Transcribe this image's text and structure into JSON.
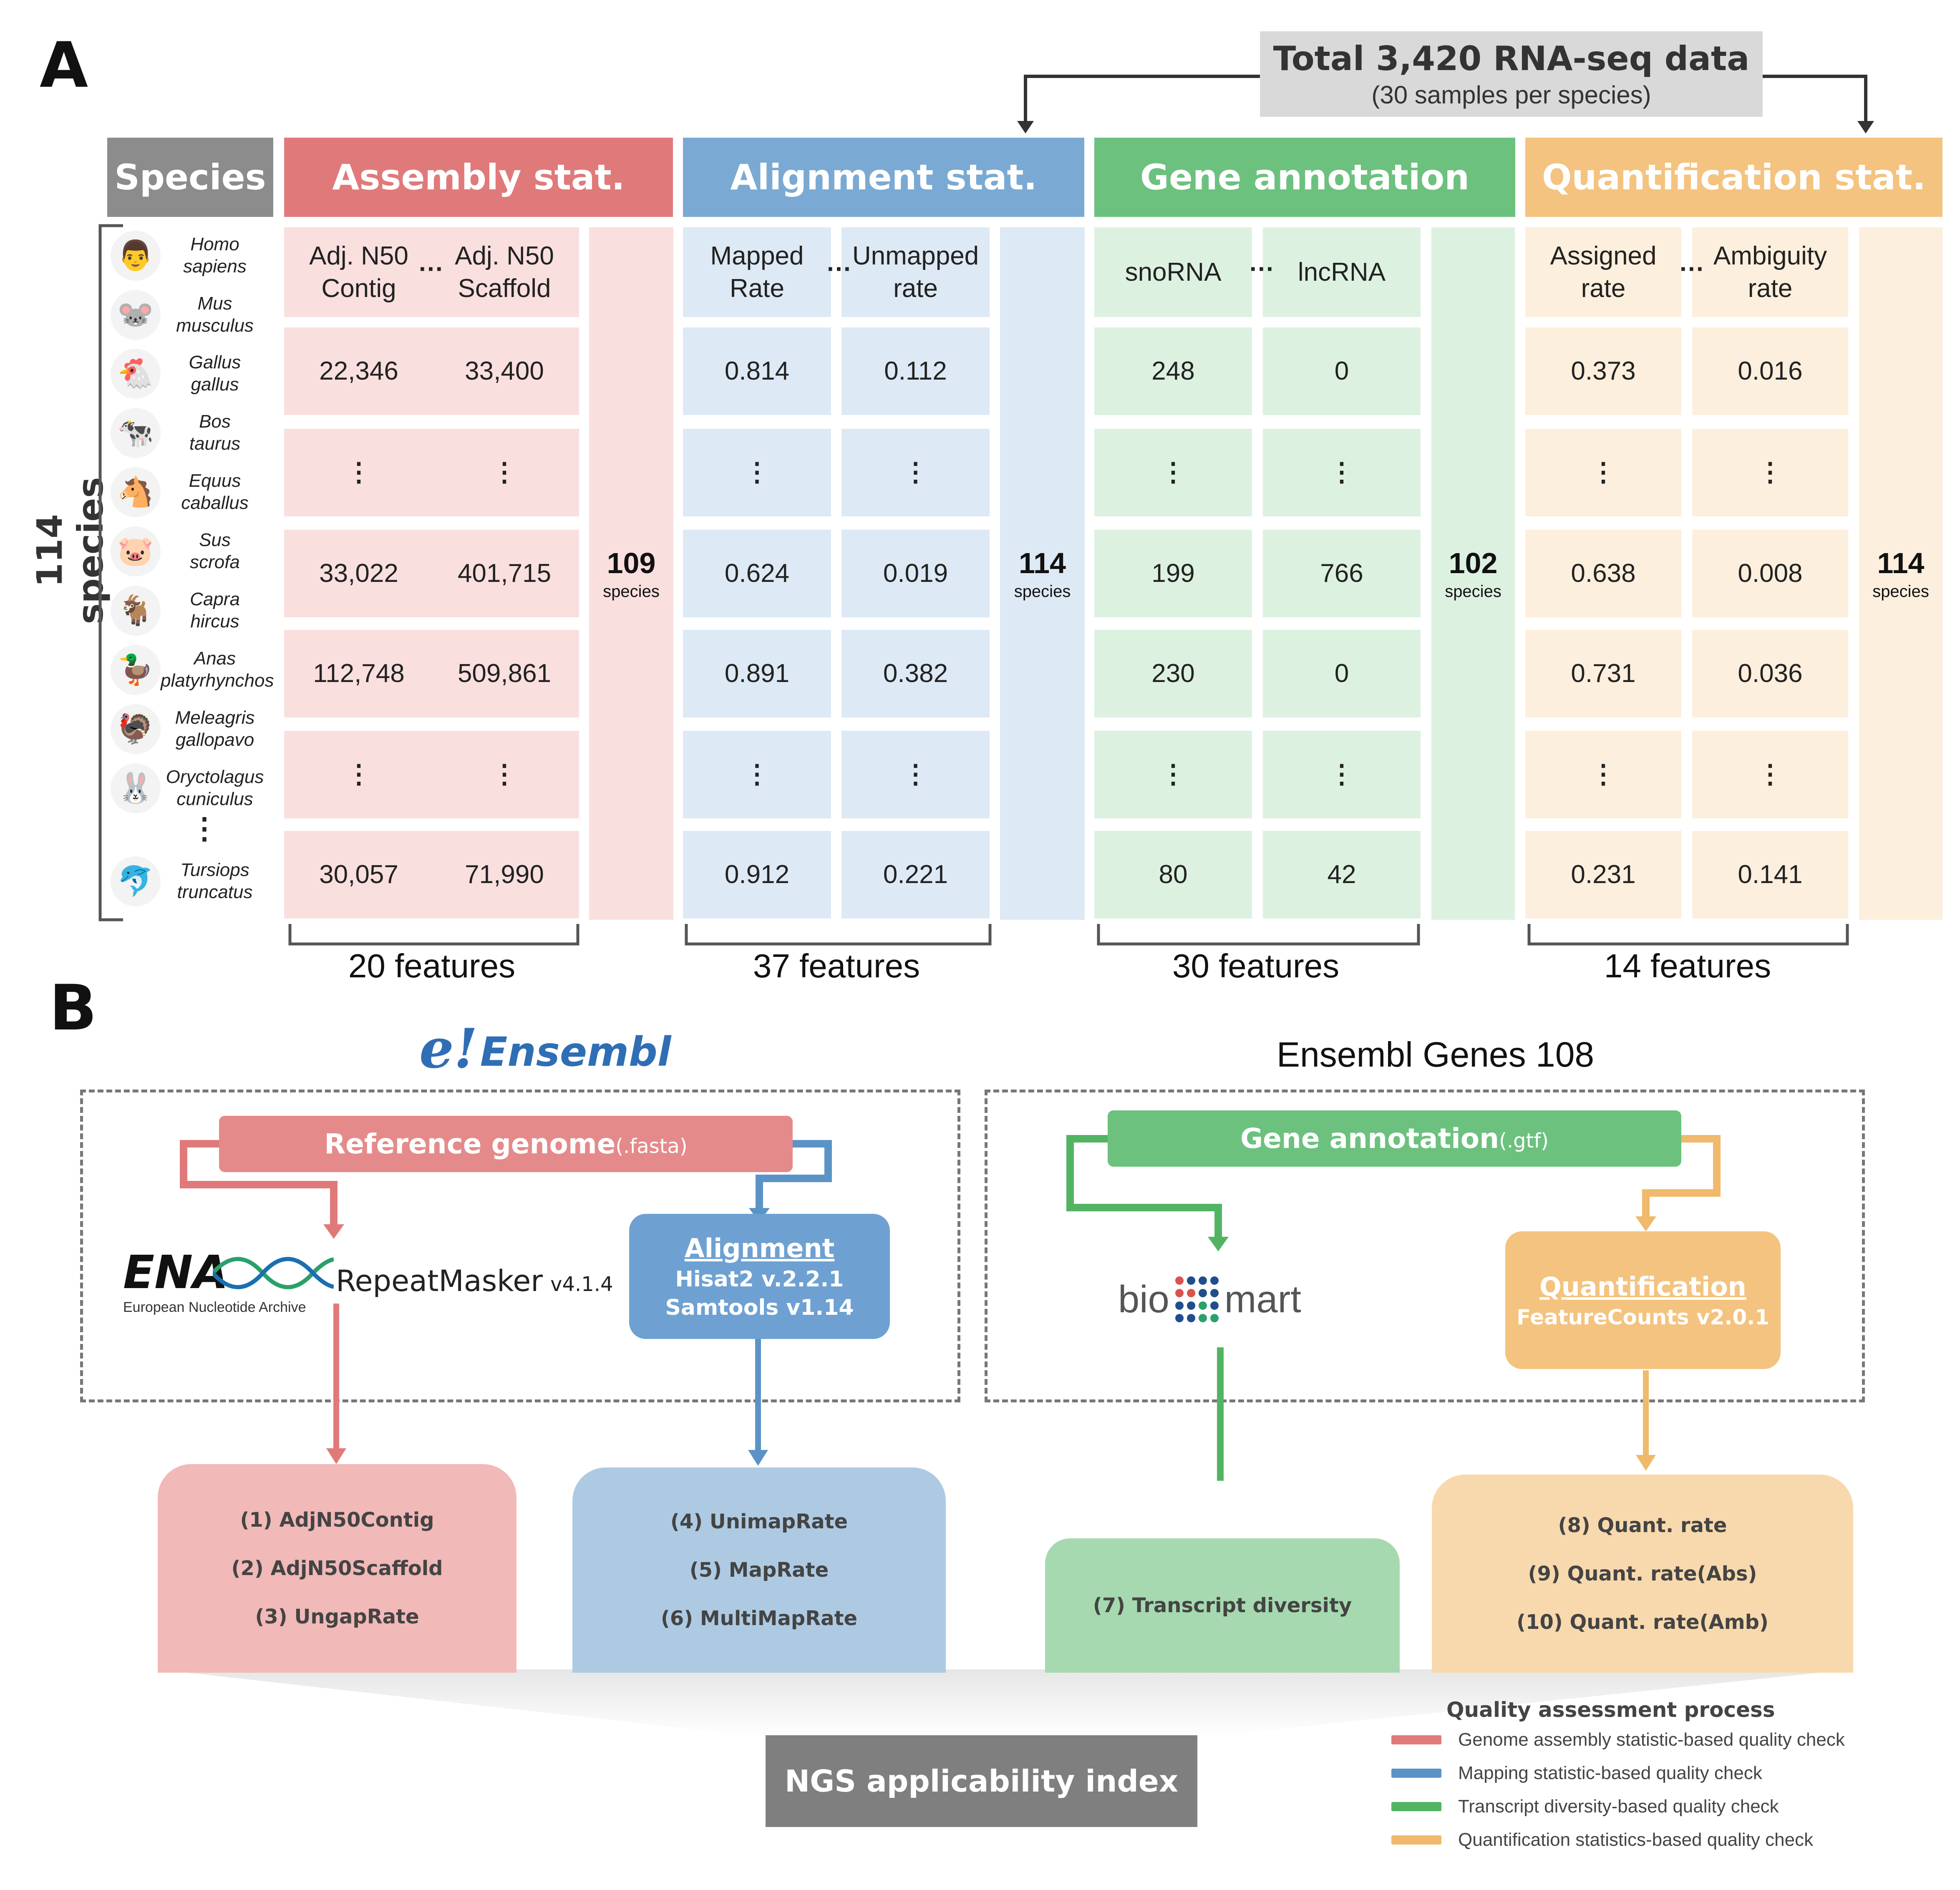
{
  "panel_a_label": "A",
  "panel_b_label": "B",
  "total": {
    "title": "Total 3,420 RNA-seq data",
    "subtitle": "(30 samples per species)"
  },
  "species_axis_label": "114 species",
  "headers": {
    "species": "Species",
    "assembly": "Assembly stat.",
    "alignment": "Alignment stat.",
    "gene": "Gene annotation",
    "quant": "Quantification stat."
  },
  "colors": {
    "species_header": "#8c8c8c",
    "assembly_header": "#e07a7a",
    "assembly_cell": "#fadfdf",
    "alignment_header": "#7aaad3",
    "alignment_cell": "#dde9f4",
    "gene_header": "#6cc17e",
    "gene_cell": "#ddf1e1",
    "quant_header": "#f3c37f",
    "quant_cell": "#fdefdd"
  },
  "species": [
    {
      "icon": "person-icon",
      "glyph": "👨",
      "line1": "Homo",
      "line2": "sapiens"
    },
    {
      "icon": "mouse-icon",
      "glyph": "🐭",
      "line1": "Mus",
      "line2": "musculus"
    },
    {
      "icon": "chicken-icon",
      "glyph": "🐔",
      "line1": "Gallus",
      "line2": "gallus"
    },
    {
      "icon": "cow-icon",
      "glyph": "🐄",
      "line1": "Bos",
      "line2": "taurus"
    },
    {
      "icon": "horse-icon",
      "glyph": "🐴",
      "line1": "Equus",
      "line2": "caballus"
    },
    {
      "icon": "pig-icon",
      "glyph": "🐷",
      "line1": "Sus",
      "line2": "scrofa"
    },
    {
      "icon": "goat-icon",
      "glyph": "🐐",
      "line1": "Capra",
      "line2": "hircus"
    },
    {
      "icon": "duck-icon",
      "glyph": "🦆",
      "line1": "Anas",
      "line2": "platyrhynchos"
    },
    {
      "icon": "turkey-icon",
      "glyph": "🦃",
      "line1": "Meleagris",
      "line2": "gallopavo"
    },
    {
      "icon": "rabbit-icon",
      "glyph": "🐰",
      "line1": "Oryctolagus",
      "line2": "cuniculus"
    },
    {
      "icon": "dolphin-icon",
      "glyph": "🐬",
      "line1": "Tursiops",
      "line2": "truncatus"
    }
  ],
  "species_ellipsis": "⋮",
  "hdots": "···",
  "vdots": "⋮",
  "assembly": {
    "col1_header": [
      "Adj. N50",
      "Contig"
    ],
    "col2_header": [
      "Adj. N50",
      "Scaffold"
    ],
    "rows": [
      [
        "22,346",
        "33,400"
      ],
      [
        "⋮",
        "⋮"
      ],
      [
        "33,022",
        "401,715"
      ],
      [
        "112,748",
        "509,861"
      ],
      [
        "⋮",
        "⋮"
      ],
      [
        "30,057",
        "71,990"
      ]
    ],
    "summary_num": "109",
    "summary_unit": "species",
    "features": "20 features"
  },
  "alignment": {
    "col1_header": [
      "Mapped",
      "Rate"
    ],
    "col2_header": [
      "Unmapped",
      "rate"
    ],
    "rows": [
      [
        "0.814",
        "0.112"
      ],
      [
        "⋮",
        "⋮"
      ],
      [
        "0.624",
        "0.019"
      ],
      [
        "0.891",
        "0.382"
      ],
      [
        "⋮",
        "⋮"
      ],
      [
        "0.912",
        "0.221"
      ]
    ],
    "summary_num": "114",
    "summary_unit": "species",
    "features": "37 features"
  },
  "gene": {
    "col1_header": [
      "snoRNA"
    ],
    "col2_header": [
      "lncRNA"
    ],
    "rows": [
      [
        "248",
        "0"
      ],
      [
        "⋮",
        "⋮"
      ],
      [
        "199",
        "766"
      ],
      [
        "230",
        "0"
      ],
      [
        "⋮",
        "⋮"
      ],
      [
        "80",
        "42"
      ]
    ],
    "summary_num": "102",
    "summary_unit": "species",
    "features": "30 features"
  },
  "quant": {
    "col1_header": [
      "Assigned",
      "rate"
    ],
    "col2_header": [
      "Ambiguity",
      "rate"
    ],
    "rows": [
      [
        "0.373",
        "0.016"
      ],
      [
        "⋮",
        "⋮"
      ],
      [
        "0.638",
        "0.008"
      ],
      [
        "0.731",
        "0.036"
      ],
      [
        "⋮",
        "⋮"
      ],
      [
        "0.231",
        "0.141"
      ]
    ],
    "summary_num": "114",
    "summary_unit": "species",
    "features": "14 features"
  },
  "panel_b": {
    "ensembl_logo_e": "e!",
    "ensembl_logo_text": "Ensembl",
    "ensembl_genes": "Ensembl Genes 108",
    "ref_genome": "Reference genome",
    "ref_genome_ext": "(.fasta)",
    "gene_annotation": "Gene annotation",
    "gene_annotation_ext": "(.gtf)",
    "ena_logo": "ENA",
    "ena_sub": "European Nucleotide Archive",
    "repeatmasker": "RepeatMasker",
    "repeatmasker_ver": "v4.1.4",
    "alignment_title": "Alignment",
    "alignment_tool1": "Hisat2 v.2.2.1",
    "alignment_tool2": "Samtools v1.14",
    "biomart_a": "bio",
    "biomart_b": "mart",
    "quant_title": "Quantification",
    "quant_tool": "FeatureCounts v2.0.1",
    "metrics_red": [
      "(1) AdjN50Contig",
      "(2) AdjN50Scaffold",
      "(3) UngapRate"
    ],
    "metrics_blue": [
      "(4) UnimapRate",
      "(5) MapRate",
      "(6) MultiMapRate"
    ],
    "metrics_green": [
      "(7) Transcript diversity"
    ],
    "metrics_orange": [
      "(8) Quant. rate",
      "(9) Quant. rate(Abs)",
      "(10) Quant. rate(Amb)"
    ],
    "index_label": "NGS applicability index",
    "legend_title": "Quality assessment process",
    "legend": [
      {
        "label": "Genome assembly statistic-based quality check",
        "color": "#e07a7a"
      },
      {
        "label": "Mapping statistic-based quality check",
        "color": "#5b93c7"
      },
      {
        "label": "Transcript diversity-based quality check",
        "color": "#52b463"
      },
      {
        "label": "Quantification statistics-based quality check",
        "color": "#f0b96b"
      }
    ]
  }
}
